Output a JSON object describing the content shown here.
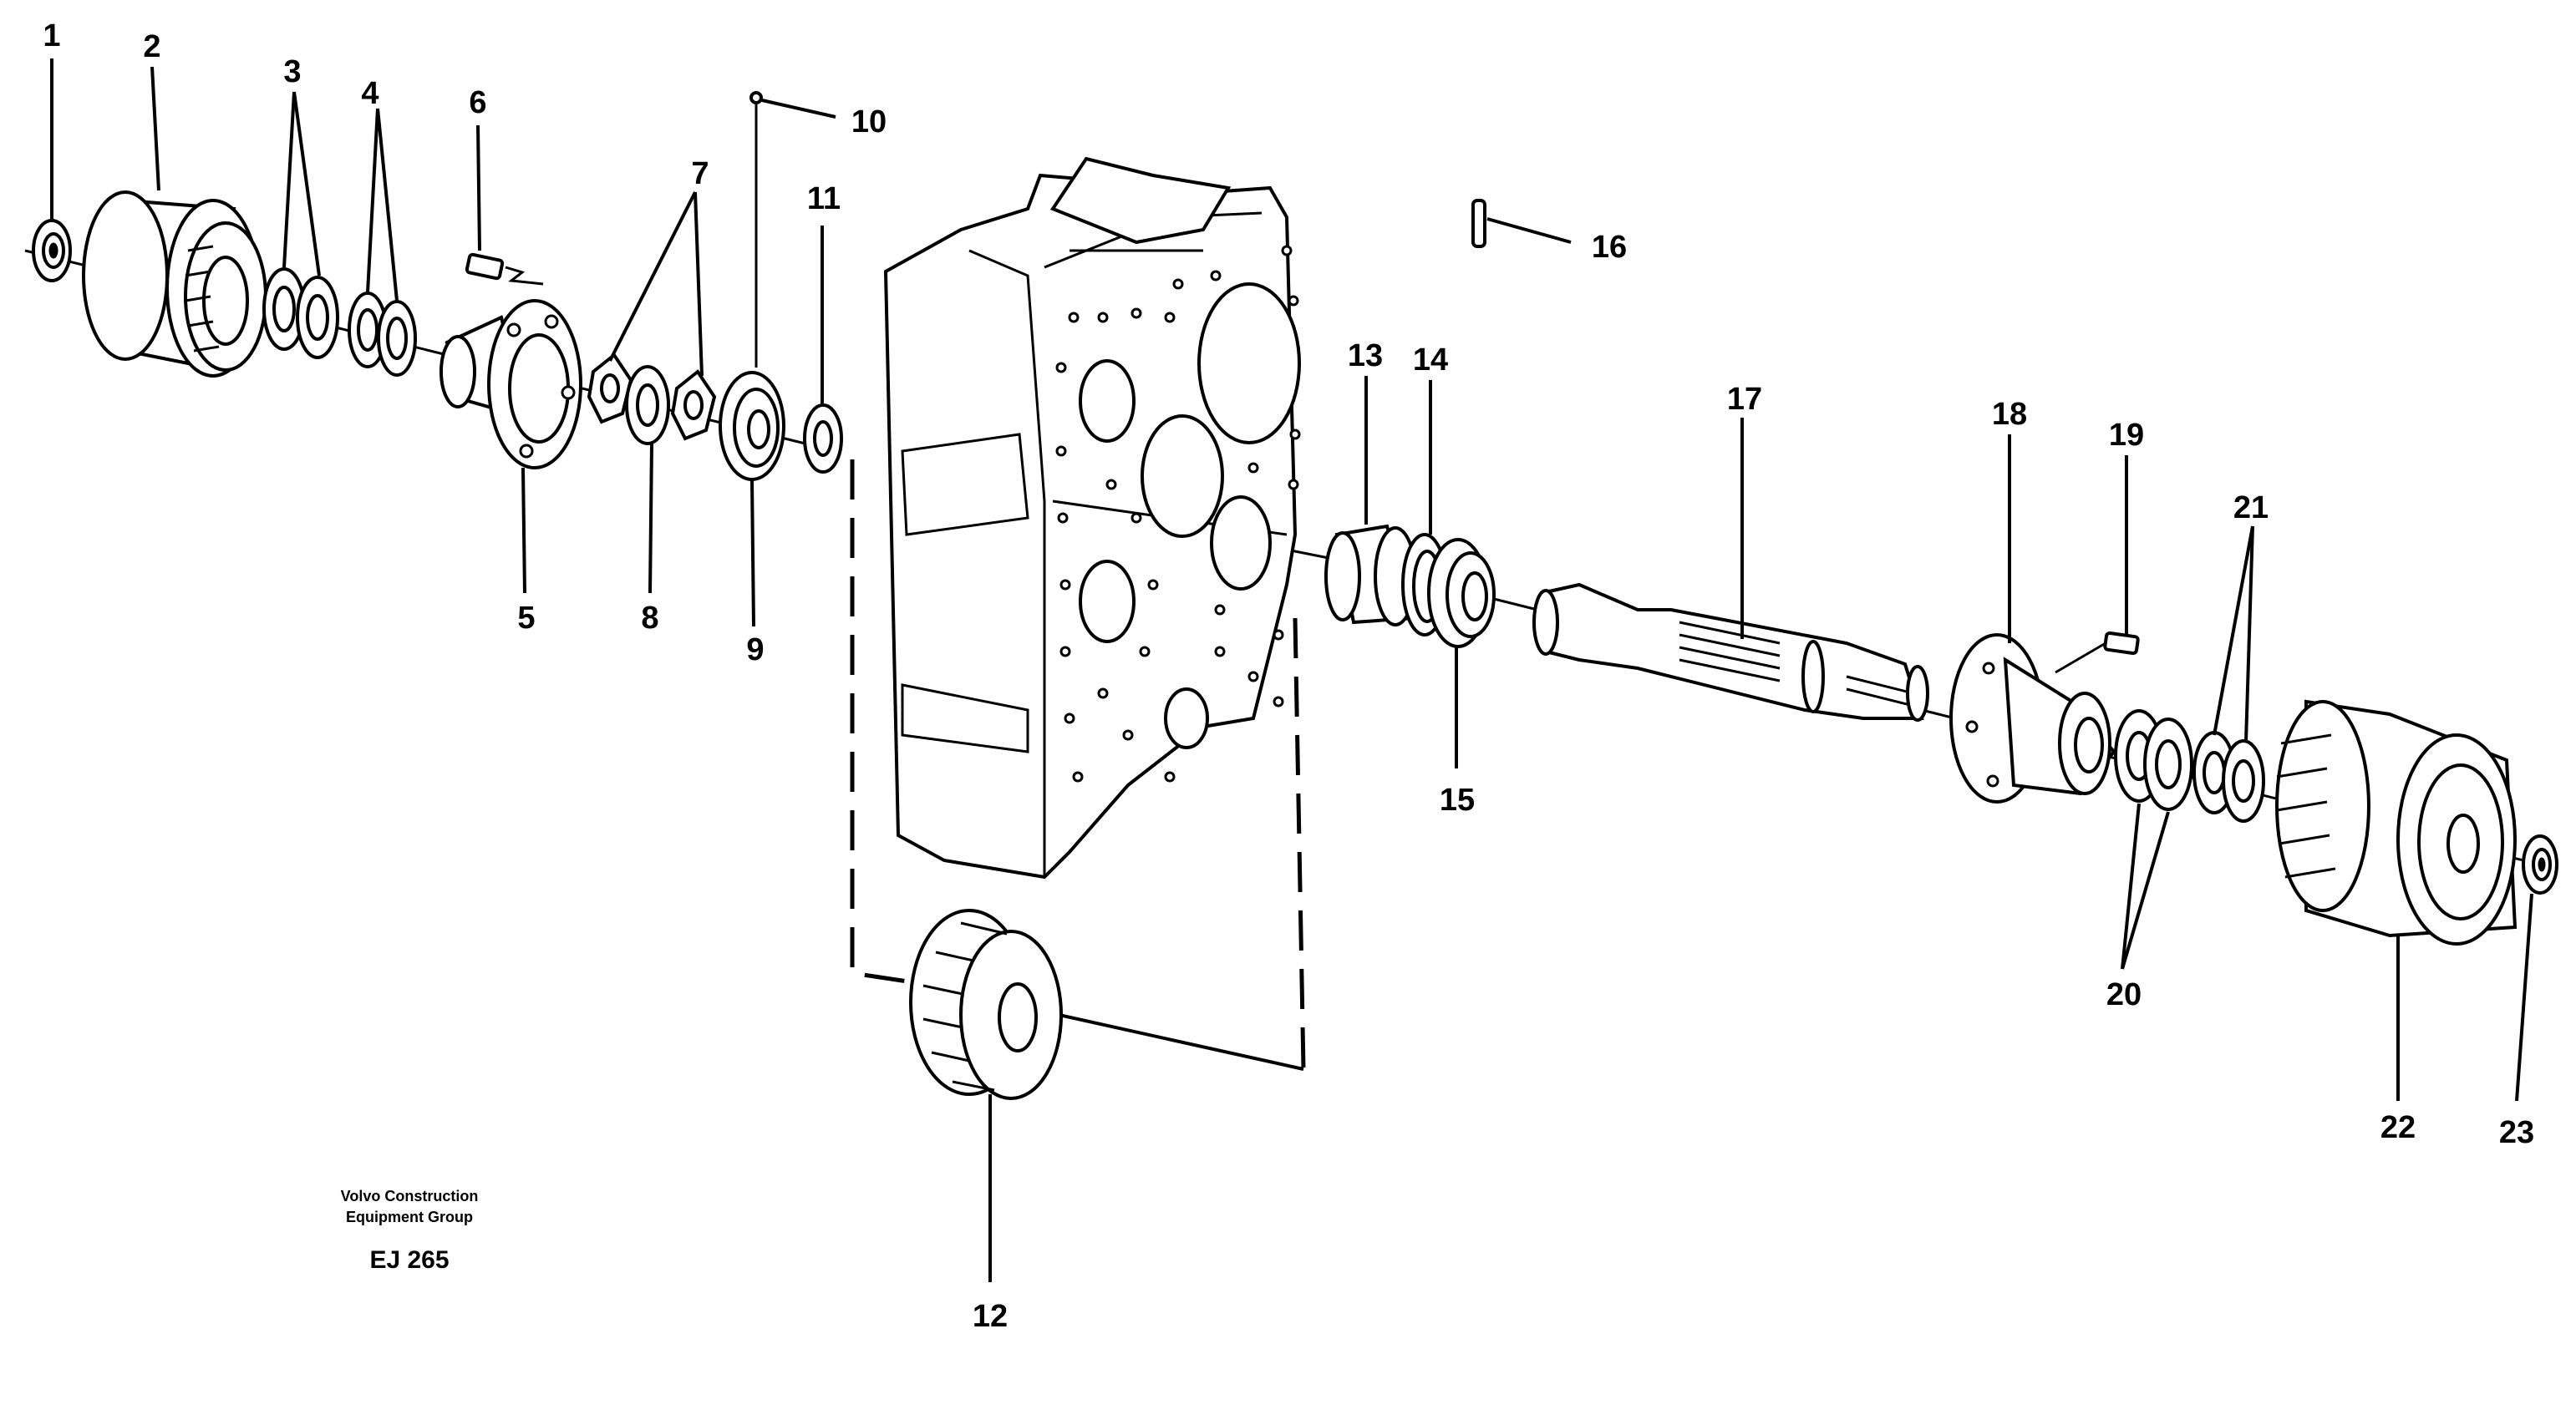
{
  "callouts": [
    {
      "id": "1",
      "label": "1"
    },
    {
      "id": "2",
      "label": "2"
    },
    {
      "id": "3",
      "label": "3"
    },
    {
      "id": "4",
      "label": "4"
    },
    {
      "id": "5",
      "label": "5"
    },
    {
      "id": "6",
      "label": "6"
    },
    {
      "id": "7",
      "label": "7"
    },
    {
      "id": "8",
      "label": "8"
    },
    {
      "id": "9",
      "label": "9"
    },
    {
      "id": "10",
      "label": "10"
    },
    {
      "id": "11",
      "label": "11"
    },
    {
      "id": "12",
      "label": "12"
    },
    {
      "id": "13",
      "label": "13"
    },
    {
      "id": "14",
      "label": "14"
    },
    {
      "id": "15",
      "label": "15"
    },
    {
      "id": "16",
      "label": "16"
    },
    {
      "id": "17",
      "label": "17"
    },
    {
      "id": "18",
      "label": "18"
    },
    {
      "id": "19",
      "label": "19"
    },
    {
      "id": "20",
      "label": "20"
    },
    {
      "id": "21",
      "label": "21"
    },
    {
      "id": "22",
      "label": "22"
    },
    {
      "id": "23",
      "label": "23"
    }
  ],
  "caption": {
    "line1": "Volvo Construction",
    "line2": "Equipment Group",
    "code": "EJ 265"
  }
}
